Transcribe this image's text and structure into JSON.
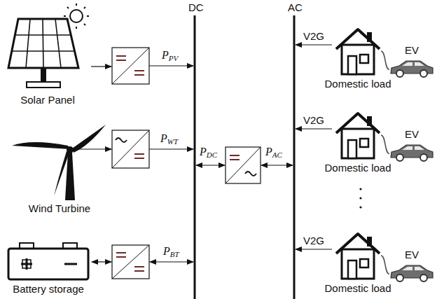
{
  "diagram": {
    "nodes": [
      {
        "text": [
          "Solar Panel"
        ]
      },
      {
        "text": [
          "Wind Turbine"
        ]
      },
      {
        "text": [
          "Battery storage"
        ]
      },
      {
        "text": [
          "Domestic load"
        ]
      },
      {
        "text": [
          "EV"
        ]
      },
      {
        "text": [
          "Domestic load"
        ]
      },
      {
        "text": [
          "EV"
        ]
      },
      {
        "text": [
          "Domestic load"
        ]
      },
      {
        "text": [
          "EV"
        ]
      }
    ],
    "edges": [
      {
        "from": 3,
        "to": 4,
        "arrow": "none"
      },
      {
        "from": 5,
        "to": 6,
        "arrow": "none"
      },
      {
        "from": 7,
        "to": 8,
        "arrow": "none"
      }
    ],
    "labels": [
      "DC",
      "AC",
      "PPV",
      "PWT",
      "PDC",
      "PAC",
      "PBT",
      "V2G",
      "V2G",
      "V2G"
    ]
  }
}
